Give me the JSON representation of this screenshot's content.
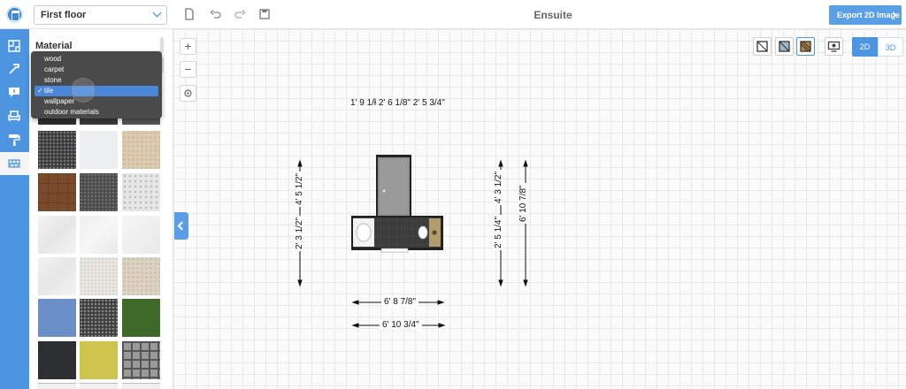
{
  "topbar": {
    "floor_select": "First floor",
    "title": "Ensuite",
    "export_label": "Export 2D Image"
  },
  "panel": {
    "title": "Material",
    "dropdown_options": [
      "wood",
      "carpet",
      "stone",
      "tile",
      "wallpaper",
      "outdoor materials"
    ],
    "selected_option": "tile"
  },
  "view": {
    "mode_2d": "2D",
    "mode_3d": "3D",
    "active_mode": "2D"
  },
  "dimensions": {
    "top_segments": "1' 9 1/ł 2' 6 1/8\" 2' 5 3/4\"",
    "left_upper": "4' 5 1/2\"",
    "left_lower": "2' 3 1/2\"",
    "right_upper": "4' 3 1/2\"",
    "right_lower": "2' 5 1/4\"",
    "right_total": "6' 10 7/8\"",
    "bottom_inner": "6' 8 7/8\"",
    "bottom_outer": "6' 10 3/4\""
  },
  "colors": {
    "accent": "#4d95e0",
    "export_button": "#5a9ee6",
    "dropdown_bg": "#4a4a4a",
    "dropdown_selected": "#4b87d8"
  },
  "icons": {
    "toolbar": [
      "new-file-icon",
      "undo-icon",
      "redo-icon",
      "save-icon"
    ],
    "sidebar": [
      "floorplan-icon",
      "build-icon",
      "info-icon",
      "furniture-icon",
      "paint-roller-icon",
      "tile-material-icon"
    ],
    "canvas": [
      "zoom-in-icon",
      "zoom-out-icon",
      "recenter-icon",
      "view-lines-icon",
      "view-filled-icon",
      "view-textured-icon",
      "screen-capture-icon"
    ]
  }
}
